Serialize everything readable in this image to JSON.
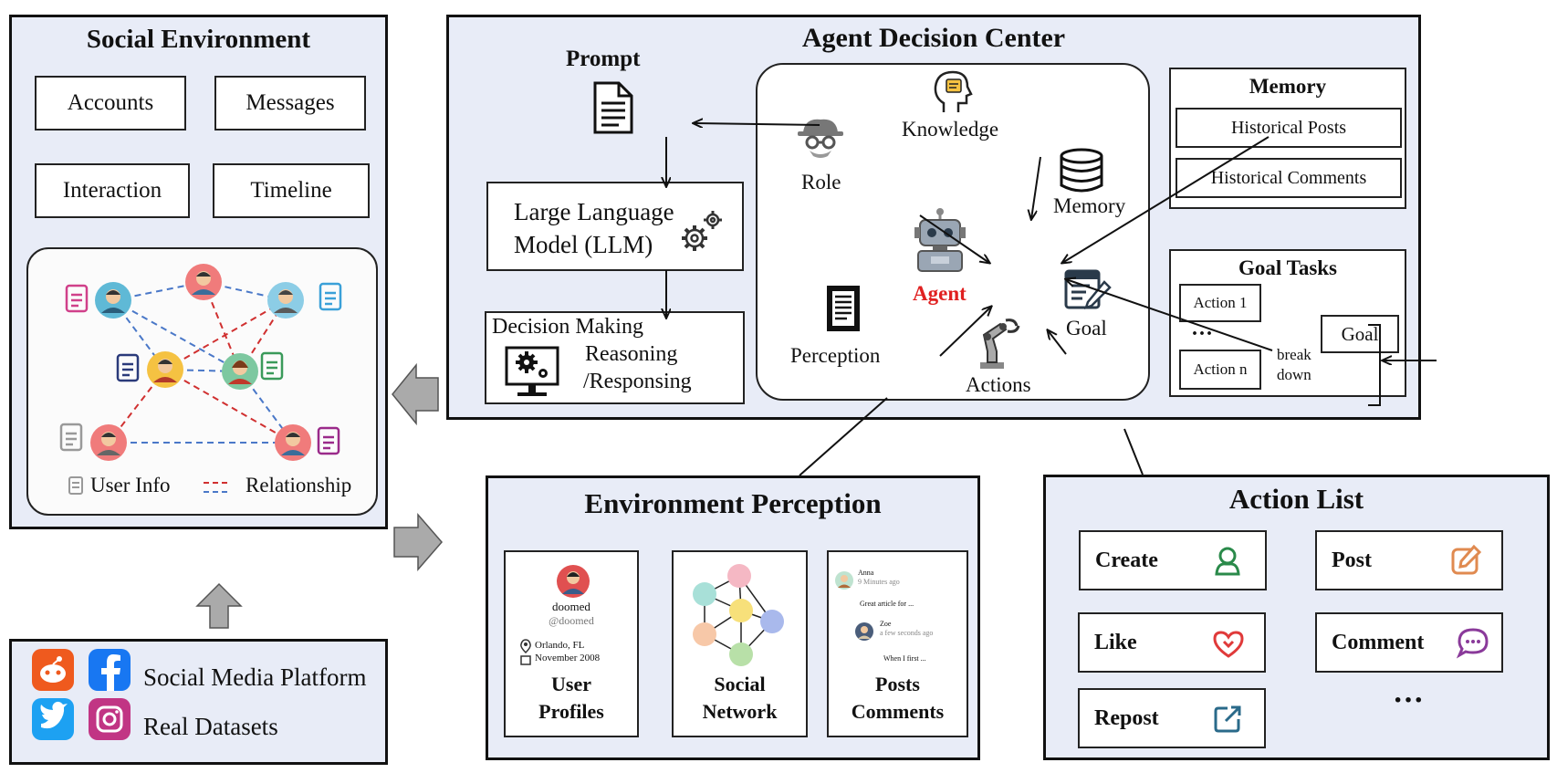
{
  "social_env": {
    "title": "Social Environment",
    "boxes": [
      "Accounts",
      "Messages",
      "Interaction",
      "Timeline"
    ],
    "legend_user_info": "User Info",
    "legend_relationship": "Relationship"
  },
  "platform": {
    "social_media": "Social Media Platform",
    "real_datasets": "Real Datasets"
  },
  "adc": {
    "title": "Agent Decision Center",
    "prompt": "Prompt",
    "llm_line1": "Large Language",
    "llm_line2": "Model (LLM)",
    "decision": "Decision Making",
    "reasoning_line1": "Reasoning",
    "reasoning_line2": "/Responsing",
    "knowledge": "Knowledge",
    "role": "Role",
    "memory": "Memory",
    "agent": "Agent",
    "perception": "Perception",
    "goal": "Goal",
    "actions": "Actions"
  },
  "memory_panel": {
    "title": "Memory",
    "items": [
      "Historical Posts",
      "Historical Comments"
    ]
  },
  "goal_tasks": {
    "title": "Goal Tasks",
    "action1": "Action 1",
    "dots": "···",
    "actionn": "Action n",
    "break": "break",
    "down": "down",
    "goal": "Goal"
  },
  "env_perception": {
    "title": "Environment Perception",
    "profile_name": "doomed",
    "profile_handle": "@doomed",
    "profile_location": "Orlando, FL",
    "profile_date": "November 2008",
    "user_line1": "User",
    "user_line2": "Profiles",
    "social_line1": "Social",
    "social_line2": "Network",
    "posts_line1": "Posts",
    "posts_line2": "Comments",
    "c1_name": "Anna",
    "c1_time": "9 Minutes ago",
    "c1_text": "Great article for ...",
    "c2_name": "Zoe",
    "c2_time": "a few seconds ago",
    "c2_text": "When I first ..."
  },
  "action_list": {
    "title": "Action List",
    "items": [
      "Create",
      "Post",
      "Like",
      "Comment",
      "Repost"
    ],
    "more": "···"
  },
  "colors": {
    "panel_bg": "#e8ecf7",
    "agent_red": "#e02020",
    "relationship_red": "#d03030",
    "relationship_blue": "#4a78c8"
  }
}
